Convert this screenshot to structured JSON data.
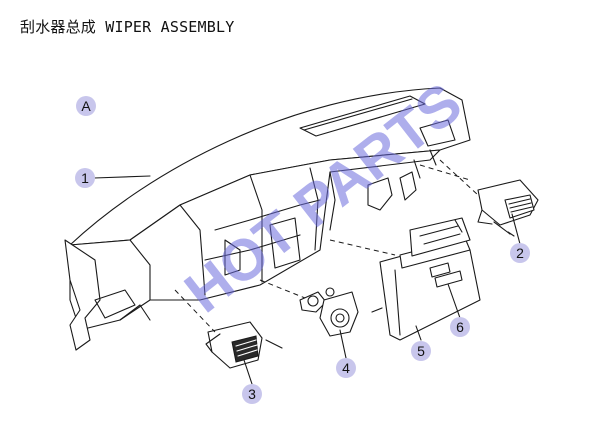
{
  "header": {
    "title": "刮水器总成 WIPER ASSEMBLY"
  },
  "view_label": "A",
  "callouts": [
    {
      "id": "1",
      "label": "1"
    },
    {
      "id": "2",
      "label": "2"
    },
    {
      "id": "3",
      "label": "3"
    },
    {
      "id": "4",
      "label": "4"
    },
    {
      "id": "5",
      "label": "5"
    },
    {
      "id": "6",
      "label": "6"
    }
  ],
  "watermark": {
    "text": "HOT PARTS"
  },
  "colors": {
    "callout_fill": "#c8c6ec",
    "watermark": "#6b6bdc",
    "line": "#1a1a1a"
  }
}
